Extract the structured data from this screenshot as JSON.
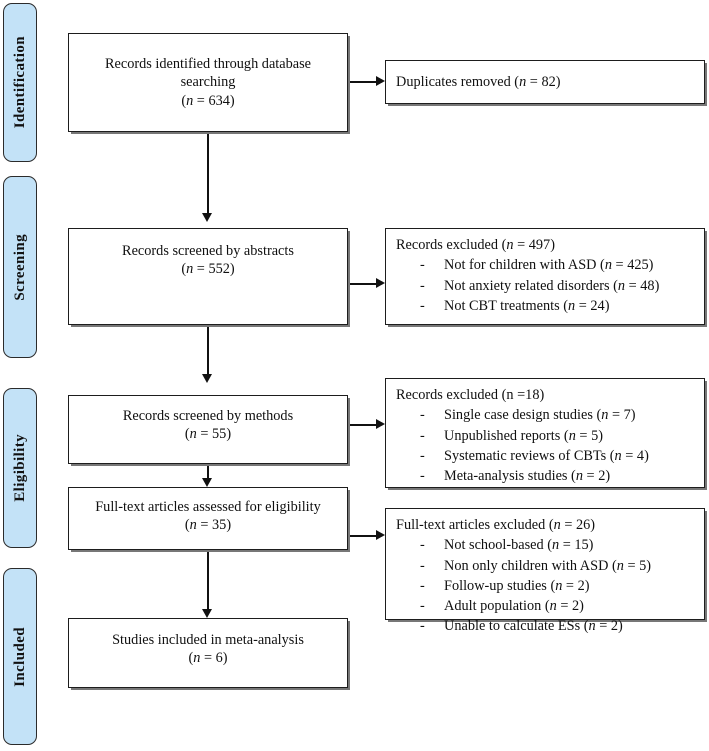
{
  "diagram": {
    "type": "prisma-flow-diagram",
    "title": "PRISMA study selection flow diagram",
    "stages": [
      {
        "id": "identification",
        "label": "Identification"
      },
      {
        "id": "screening",
        "label": "Screening"
      },
      {
        "id": "eligibility",
        "label": "Eligibility"
      },
      {
        "id": "included",
        "label": "Included"
      }
    ],
    "pill_color": "#c3e2f7",
    "pill_border_color": "#2b2b2b",
    "box_border_color": "#1d1d1d",
    "text_color": "#101010",
    "main_boxes": [
      {
        "id": "records-identified",
        "line1": "Records identified through database",
        "line2": "searching",
        "count_prefix": "(",
        "count_var": "n",
        "count_eq": " = ",
        "count_value": "634",
        "count_suffix": ")"
      },
      {
        "id": "records-screened-abstracts",
        "line1": "Records screened by abstracts",
        "line2": "",
        "count_prefix": "(",
        "count_var": "n",
        "count_eq": " = ",
        "count_value": "552",
        "count_suffix": ")"
      },
      {
        "id": "records-screened-methods",
        "line1": "Records screened by methods",
        "line2": "",
        "count_prefix": "(",
        "count_var": "n",
        "count_eq": " = ",
        "count_value": "55",
        "count_suffix": ")"
      },
      {
        "id": "fulltext-assessed",
        "line1": "Full-text articles assessed for eligibility",
        "line2": "",
        "count_prefix": "(",
        "count_var": "n",
        "count_eq": " = ",
        "count_value": "35",
        "count_suffix": ")"
      },
      {
        "id": "studies-included",
        "line1": "Studies included in meta-analysis",
        "line2": "",
        "count_prefix": "(",
        "count_var": "n",
        "count_eq": " = ",
        "count_value": "6",
        "count_suffix": ")"
      }
    ],
    "side_boxes": [
      {
        "id": "duplicates-removed",
        "heading_text": "Duplicates removed (",
        "heading_var": "n",
        "heading_eq": " = ",
        "heading_value": "82",
        "heading_suffix": ")",
        "items": []
      },
      {
        "id": "records-excluded-abstracts",
        "heading_text": "Records excluded (",
        "heading_var": "n",
        "heading_eq": " = ",
        "heading_value": "497",
        "heading_suffix": ")",
        "items": [
          {
            "dash": "-",
            "text": "Not for children with ASD (",
            "var": "n",
            "eq": " = ",
            "value": "425",
            "suffix": ")"
          },
          {
            "dash": "-",
            "text": "Not anxiety related disorders (",
            "var": "n",
            "eq": " = ",
            "value": "48",
            "suffix": ")"
          },
          {
            "dash": "-",
            "text": "Not CBT treatments (",
            "var": "n",
            "eq": " = ",
            "value": "24",
            "suffix": ")"
          }
        ]
      },
      {
        "id": "records-excluded-methods",
        "heading_text": "Records excluded (",
        "heading_var": "n",
        "heading_eq": " =",
        "heading_value": "18",
        "heading_suffix": ")",
        "heading_var_italic": false,
        "items": [
          {
            "dash": "-",
            "text": "Single case design studies (",
            "var": "n",
            "eq": " = ",
            "value": "7",
            "suffix": ")"
          },
          {
            "dash": "-",
            "text": "Unpublished reports (",
            "var": "n",
            "eq": " = ",
            "value": "5",
            "suffix": ")"
          },
          {
            "dash": "-",
            "text": "Systematic reviews of CBTs (",
            "var": "n",
            "eq": " = ",
            "value": "4",
            "suffix": ")"
          },
          {
            "dash": "-",
            "text": "Meta-analysis studies (",
            "var": "n",
            "eq": " = ",
            "value": "2",
            "suffix": ")"
          }
        ]
      },
      {
        "id": "fulltext-excluded",
        "heading_text": "Full-text articles excluded (",
        "heading_var": "n",
        "heading_eq": " = ",
        "heading_value": "26",
        "heading_suffix": ")",
        "items": [
          {
            "dash": "-",
            "text": "Not school-based (",
            "var": "n",
            "eq": " = ",
            "value": "15",
            "suffix": ")"
          },
          {
            "dash": "-",
            "text": "Non only children with ASD (",
            "var": "n",
            "eq": " = ",
            "value": "5",
            "suffix": ")"
          },
          {
            "dash": "-",
            "text": "Follow-up studies (",
            "var": "n",
            "eq": " = ",
            "value": "2",
            "suffix": ")"
          },
          {
            "dash": "-",
            "text": "Adult population (",
            "var": "n",
            "eq": " = ",
            "value": "2",
            "suffix": ")"
          },
          {
            "dash": "-",
            "text": "Unable to calculate ESs (",
            "var": "n",
            "eq": " = ",
            "value": "2",
            "suffix": ")"
          }
        ]
      }
    ]
  }
}
